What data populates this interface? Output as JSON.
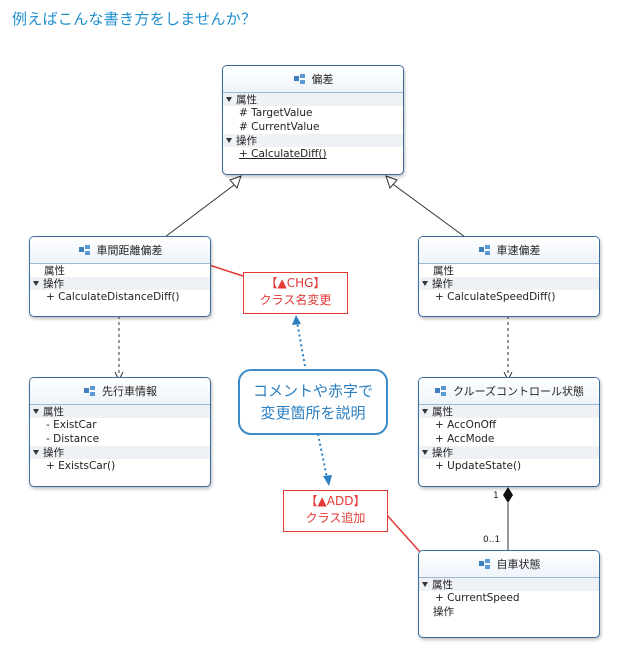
{
  "heading": "例えばこんな書き方をしませんか？",
  "classes": {
    "hensa": {
      "name": "偏差",
      "attr_section": "属性",
      "attrs": [
        "# TargetValue",
        "# CurrentValue"
      ],
      "op_section": "操作",
      "ops": [
        "+ CalculateDiff()"
      ]
    },
    "shakan": {
      "name": "車間距離偏差",
      "attr_section": "属性",
      "op_section": "操作",
      "ops": [
        "+ CalculateDistanceDiff()"
      ]
    },
    "shasoku": {
      "name": "車速偏差",
      "attr_section": "属性",
      "op_section": "操作",
      "ops": [
        "+ CalculateSpeedDiff()"
      ]
    },
    "senko": {
      "name": "先行車情報",
      "attr_section": "属性",
      "attrs": [
        "- ExistCar",
        "- Distance"
      ],
      "op_section": "操作",
      "ops": [
        "+ ExistsCar()"
      ]
    },
    "cruise": {
      "name": "クルーズコントロール状態",
      "attr_section": "属性",
      "attrs": [
        "+ AccOnOff",
        "+ AccMode"
      ],
      "op_section": "操作",
      "ops": [
        "+ UpdateState()"
      ]
    },
    "jisha": {
      "name": "自車状態",
      "attr_section": "属性",
      "attrs": [
        "+ CurrentSpeed"
      ],
      "op_section": "操作"
    }
  },
  "annotations": {
    "chg_tag": "【▲CHG】",
    "chg_text": "クラス名変更",
    "add_tag": "【▲ADD】",
    "add_text": "クラス追加",
    "bubble_line1": "コメントや赤字で",
    "bubble_line2": "変更箇所を説明"
  },
  "multiplicity": {
    "one": "1",
    "range": "0..1"
  },
  "colors": {
    "heading": "#1f8fd0",
    "class_border": "#3a6a9e",
    "red": "#e53935",
    "bubble": "#3c8cc8"
  }
}
